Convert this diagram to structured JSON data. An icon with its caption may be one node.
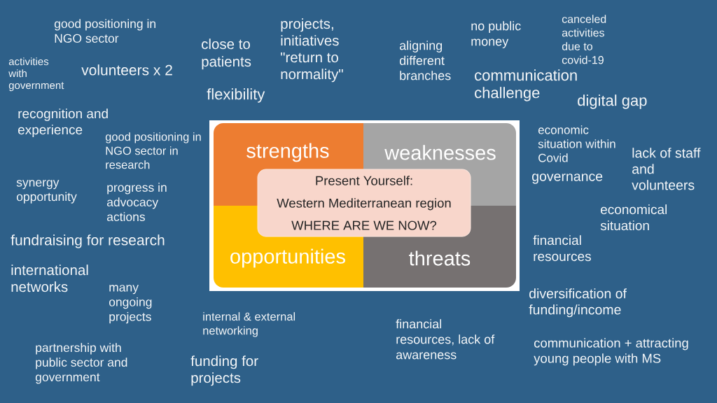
{
  "diagram": {
    "nodes": [
      {
        "text": [
          "strengths"
        ]
      },
      {
        "text": [
          "weaknesses"
        ]
      },
      {
        "text": [
          "opportunities"
        ]
      },
      {
        "text": [
          "threats"
        ]
      },
      {
        "text": [
          "Present Yourself:",
          "Western Mediterranean region",
          "WHERE ARE WE NOW?"
        ]
      }
    ],
    "labels": [
      "good positioning in NGO sector",
      "projects, initiatives \"return to normality\"",
      "no public money",
      "canceled activities due to covid-19",
      "activities with government",
      "volunteers x 2",
      "close to patients",
      "flexibility",
      "aligning different branches",
      "communication challenge",
      "digital gap",
      "recognition and experience",
      "good positioning in NGO sector in research",
      "economic situation within Covid",
      "synergy opportunity",
      "progress in advocacy actions",
      "governance",
      "lack of staff and volunteers",
      "economical situation",
      "fundraising for research",
      "financial resources",
      "international networks",
      "many ongoing projects",
      "internal & external networking",
      "diversification of funding/income",
      "partnership with public sector and government",
      "funding for projects",
      "financial resources, lack of awareness",
      "communication + attracting young people with MS"
    ]
  }
}
